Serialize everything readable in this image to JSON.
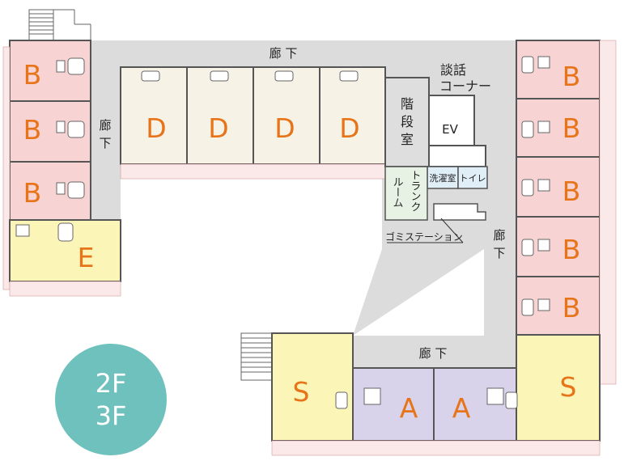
{
  "colors": {
    "room_b": "#f7d3d3",
    "room_d": "#f6f2e6",
    "room_e_s": "#fbf6b8",
    "room_a": "#d8d2ea",
    "corridor": "#dcdcdc",
    "wall": "#555555",
    "letter": "#e8741a",
    "badge": "#6ec1bd",
    "trunk": "#e8f2e4",
    "laundry": "#e0eef8"
  },
  "rooms": {
    "b": "B",
    "d": "D",
    "e": "E",
    "s": "S",
    "a": "A"
  },
  "labels": {
    "corridor_top": "廊 下",
    "corridor_left": [
      "廊",
      "下"
    ],
    "corridor_right": [
      "廊",
      "下"
    ],
    "corridor_bottom": "廊 下",
    "lounge": [
      "談話",
      "コーナー"
    ],
    "stairs": [
      "階",
      "段",
      "室"
    ],
    "ev": "EV",
    "laundry": "洗濯室",
    "toilet": "トイレ",
    "trunk": [
      "トランク",
      "ルーム"
    ],
    "garbage": "ゴミステーション"
  },
  "floors": [
    "2F",
    "3F"
  ]
}
